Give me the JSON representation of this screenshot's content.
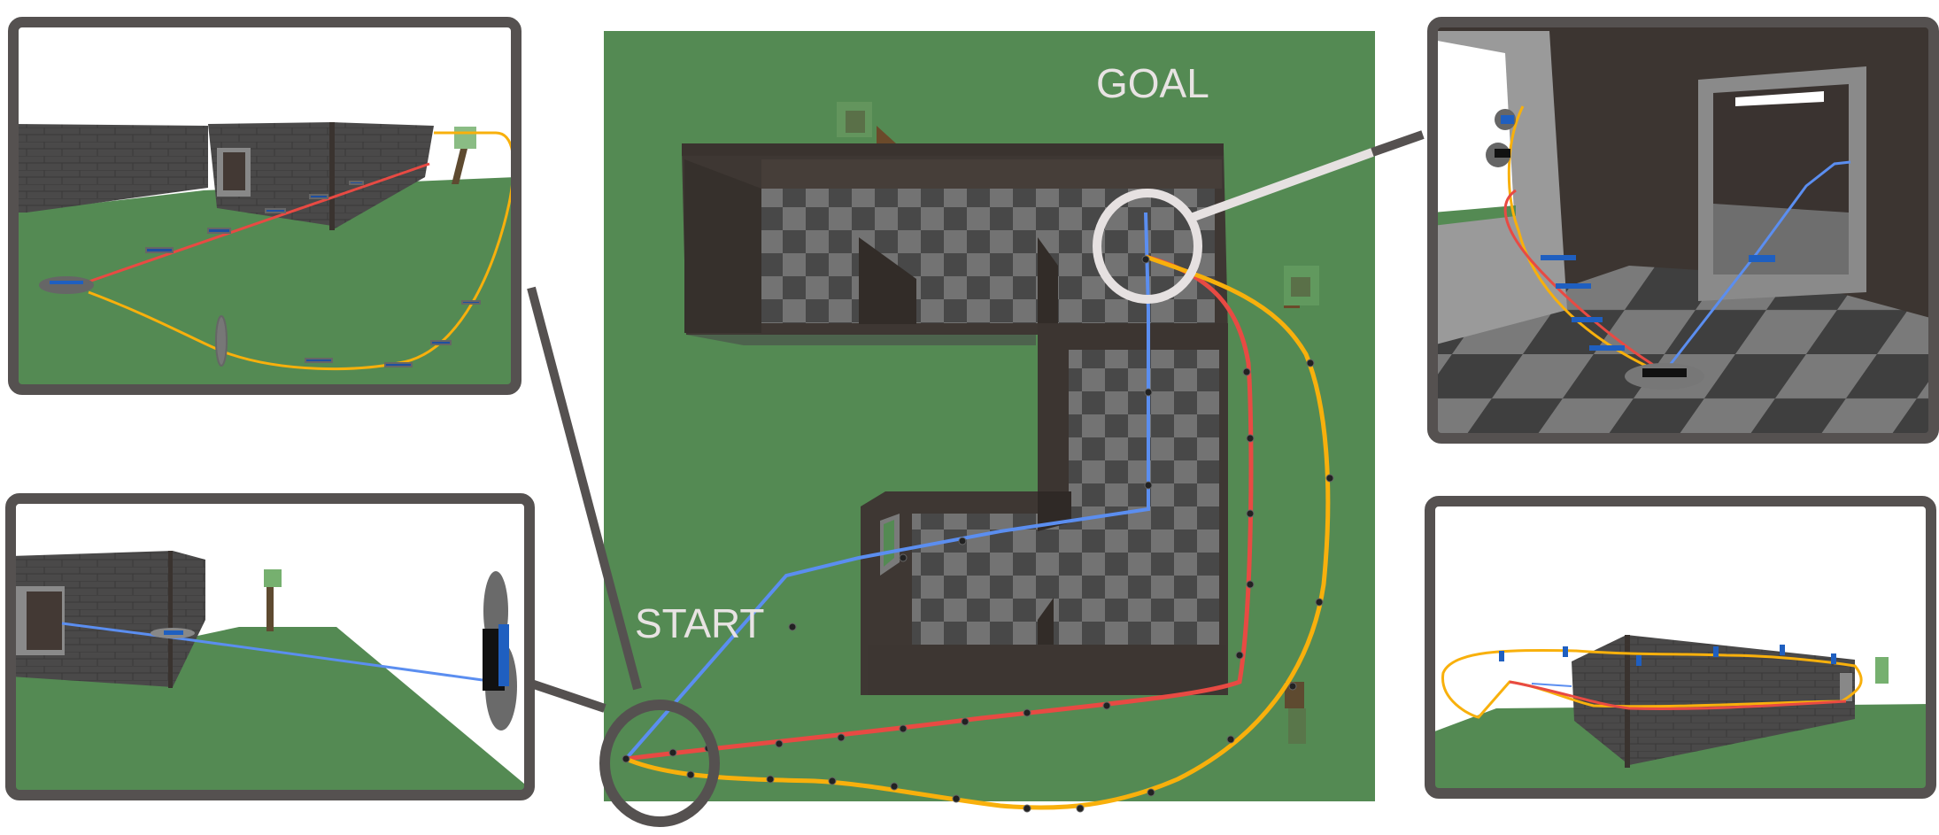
{
  "figure": {
    "type": "drone-trajectory-comparison",
    "main_view": {
      "goal_label": "GOAL",
      "start_label": "START",
      "ground_color": "#548a53",
      "building_color": "#3e3733",
      "floor_light": "#737373",
      "floor_dark": "#484848"
    },
    "trajectories": [
      {
        "name": "blue-trajectory",
        "color": "#5b8ef0"
      },
      {
        "name": "red-trajectory",
        "color": "#e84a43"
      },
      {
        "name": "yellow-trajectory",
        "color": "#f8b00c"
      }
    ],
    "callouts": [
      {
        "name": "inset-top-left",
        "description": "perspective view of red and yellow trajectories outside building"
      },
      {
        "name": "inset-bottom-left",
        "description": "close view of blue trajectory through window at start"
      },
      {
        "name": "inset-top-right",
        "description": "interior view near goal through doorway"
      },
      {
        "name": "inset-bottom-right",
        "description": "side view of building with trajectories looping around"
      }
    ],
    "frame_color": "#555150",
    "goal_ring_color": "#e6e1e1"
  }
}
